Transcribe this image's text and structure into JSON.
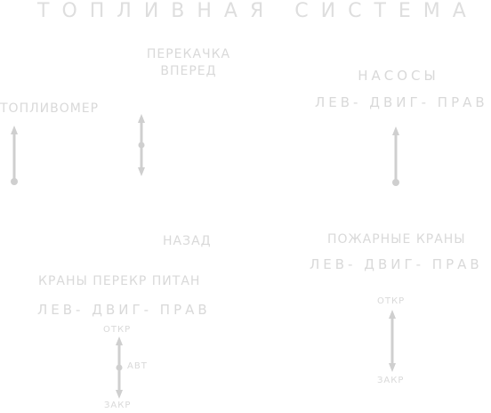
{
  "title": "ТОПЛИВНАЯ СИСТЕМА",
  "transfer": {
    "label_top": "ПЕРЕКАЧКА",
    "label_top2": "ВПЕРЕД",
    "label_bottom": "НАЗАД"
  },
  "fuel_gauge": {
    "label": "ТОПЛИВОМЕР"
  },
  "pumps": {
    "label": "НАСОСЫ",
    "sub": "ЛЕВ- ДВИГ- ПРАВ"
  },
  "crossfeed": {
    "label": "КРАНЫ ПЕРЕКР ПИТАН",
    "sub": "ЛЕВ- ДВИГ- ПРАВ",
    "open": "ОТКР",
    "auto": "АВТ",
    "closed": "ЗАКР"
  },
  "fire_valves": {
    "label": "ПОЖАРНЫЕ КРАНЫ",
    "sub": "ЛЕВ- ДВИГ- ПРАВ",
    "open": "ОТКР",
    "closed": "ЗАКР"
  },
  "colors": {
    "label": "#d9d9d9",
    "switch": "#cfcfcf"
  }
}
